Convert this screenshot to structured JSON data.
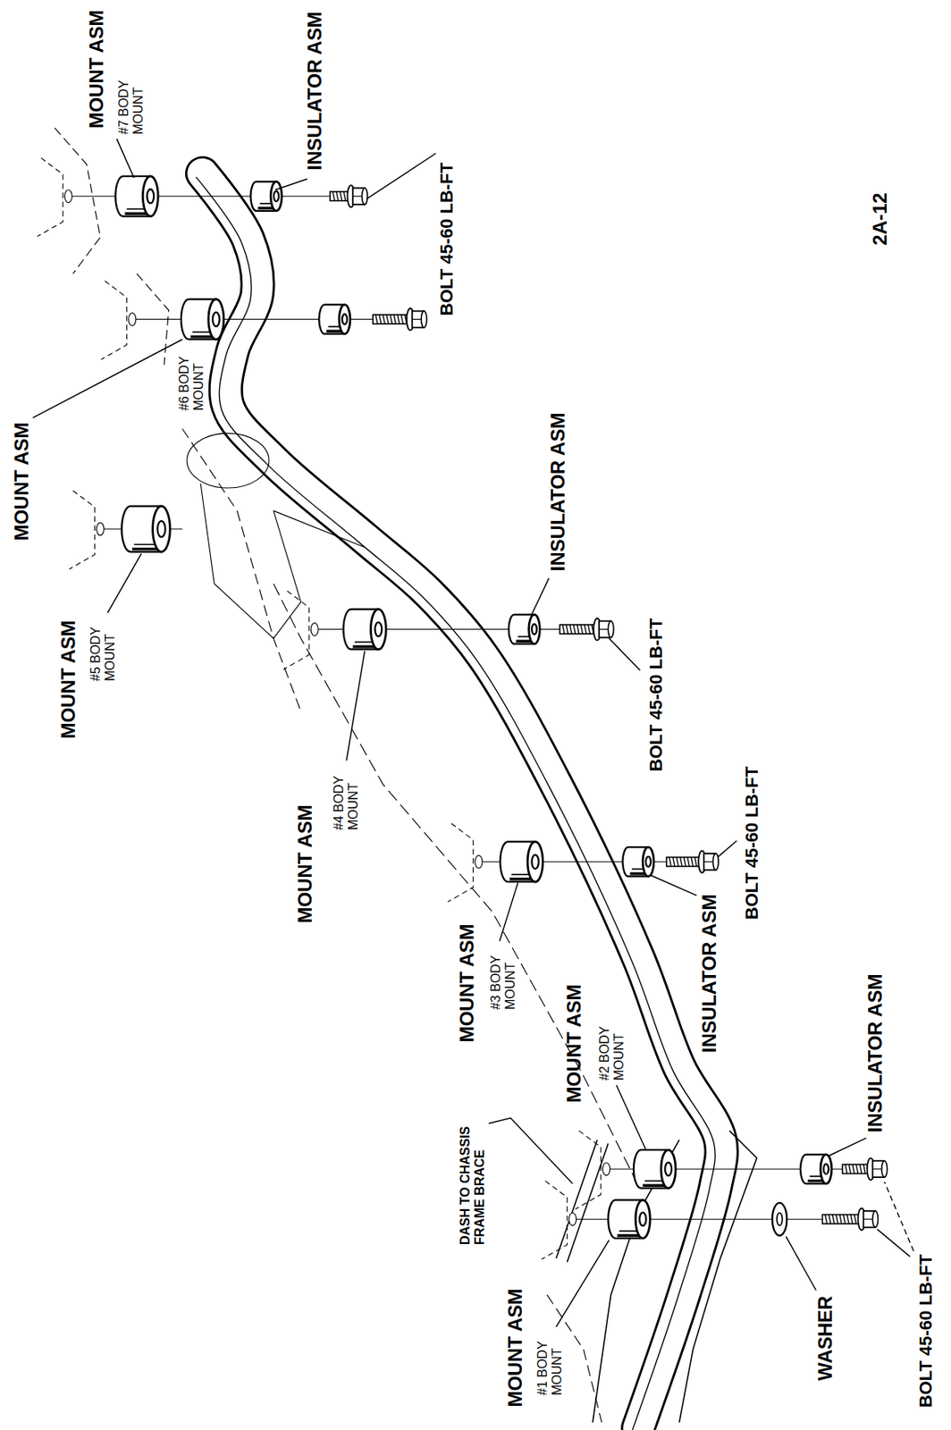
{
  "diagram": {
    "labels": [
      "MOUNT ASM",
      "#7 BODY MOUNT",
      "INSULATOR ASM",
      "BOLT 45-60 LB-FT",
      "2A-12",
      "MOUNT ASM",
      "#6 BODY MOUNT",
      "MOUNT ASM",
      "#5 BODY MOUNT",
      "INSULATOR ASM",
      "BOLT 45-60 LB-FT",
      "MOUNT ASM",
      "#4 BODY MOUNT",
      "BOLT 45-60 LB-FT",
      "MOUNT ASM",
      "#3 BODY MOUNT",
      "INSULATOR ASM",
      "MOUNT ASM",
      "#2 BODY MOUNT",
      "INSULATOR ASM",
      "DASH TO CHASSIS FRAME BRACE",
      "MOUNT ASM",
      "#1 BODY MOUNT",
      "WASHER",
      "BOLT 45-60 LB-FT"
    ]
  }
}
